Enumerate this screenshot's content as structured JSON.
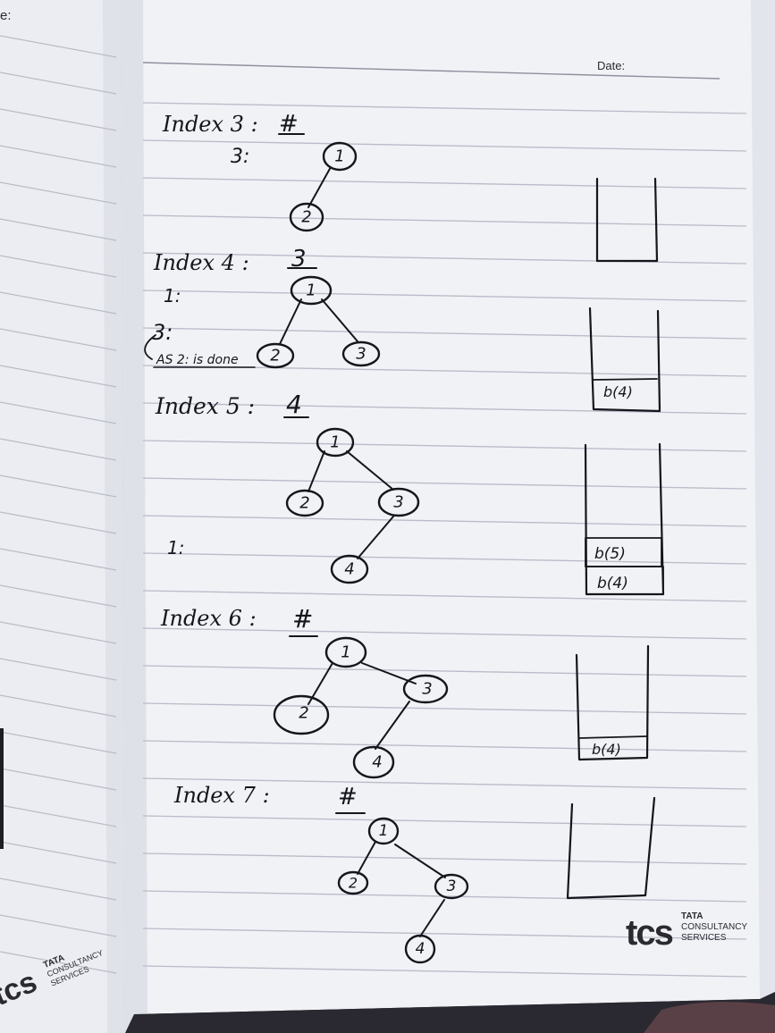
{
  "header": {
    "date_label": "Date:",
    "left_page_fragment": "e:"
  },
  "brand": {
    "logo_mark": "tcs",
    "name_line1": "TATA",
    "name_line2": "CONSULTANCY",
    "name_line3": "SERVICES"
  },
  "sections": [
    {
      "id": "index3",
      "heading": "Index 3 :",
      "value": "#",
      "notes": [
        "3:"
      ],
      "nodes": [
        {
          "label": "1"
        },
        {
          "label": "2"
        }
      ],
      "stack": []
    },
    {
      "id": "index4",
      "heading": "Index 4 :",
      "value": "3",
      "notes": [
        "1:",
        "3:",
        "AS 2: is done"
      ],
      "nodes": [
        {
          "label": "1"
        },
        {
          "label": "2"
        },
        {
          "label": "3"
        }
      ],
      "stack": [
        "b(4)"
      ]
    },
    {
      "id": "index5",
      "heading": "Index 5 :",
      "value": "4",
      "notes": [
        "1:"
      ],
      "nodes": [
        {
          "label": "1"
        },
        {
          "label": "2"
        },
        {
          "label": "3"
        },
        {
          "label": "4"
        }
      ],
      "stack": [
        "b(5)",
        "b(4)"
      ]
    },
    {
      "id": "index6",
      "heading": "Index 6 :",
      "value": "#",
      "notes": [],
      "nodes": [
        {
          "label": "1"
        },
        {
          "label": "2"
        },
        {
          "label": "3"
        },
        {
          "label": "4"
        }
      ],
      "stack": [
        "b(4)"
      ]
    },
    {
      "id": "index7",
      "heading": "Index 7 :",
      "value": "#",
      "notes": [],
      "nodes": [
        {
          "label": "1"
        },
        {
          "label": "2"
        },
        {
          "label": "3"
        },
        {
          "label": "4"
        }
      ],
      "stack": []
    }
  ]
}
